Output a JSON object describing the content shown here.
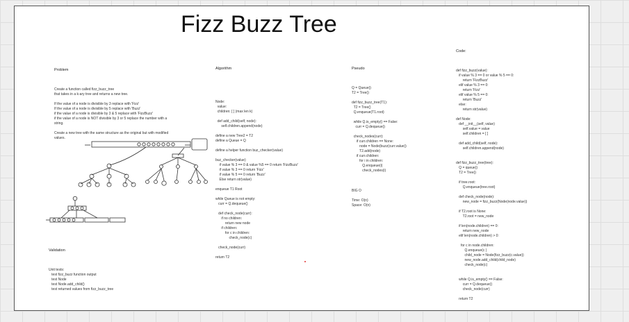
{
  "title": "Fizz Buzz Tree",
  "problem": {
    "heading": "Problem",
    "lines": [
      "Create a function called fizz_buzz_tree",
      "that takes in a k-ary tree and returns a new tree.",
      "",
      "If the value of a node is divisible by 3 replace with 'Fizz'",
      "If the value of a node is divisible by 5 replace with 'Buzz'",
      "if the value of a node is divisible by 3 & 5 replace with 'FizzBuzz'",
      "if the value of a node is NOT divisible by 3 or 5 replace the number with a",
      "string.",
      "",
      "Create a new tree with the same structure as the original but with modified",
      "values."
    ]
  },
  "validation": {
    "heading": "Validation",
    "lines": [
      "Unit tests:",
      "   test fizz_buzz function output",
      "   test Node",
      "   test Node.add_child()",
      "   test returned values from fizz_buzz_tree"
    ]
  },
  "algorithm": {
    "heading": "Algorithm",
    "lines": [
      "Node:",
      "  value:",
      "  children: [ ] (max len k)",
      "",
      "  def add_child(self, node):",
      "      self.children.append(node)",
      "",
      "define a new Tree2 = T2",
      "define a Queue = Q",
      "",
      "define a helper function buz_checker(value)",
      "",
      "buz_checker(value)",
      "    if value % 3 == 0 & value %5 == 0 return 'FizzBuzz'",
      "    if value % 3 == 0 return 'Fizz'",
      "    if value % 5 == 0 return 'Buzz'",
      "    Else return str(value)",
      "",
      "enqueue T1 Root",
      "",
      "while Queue is not empty:",
      "   curr = Q.dequeue()",
      "",
      "   def check_node(curr):",
      "      if no children:",
      "          return new node",
      "      if children:",
      "          for c in children:",
      "              check_node(c)",
      "",
      "   check_node(curr)",
      "",
      "return T2"
    ]
  },
  "pseudo": {
    "heading": "Pseudo",
    "lines": [
      "Q = Queue()",
      "T2 = Tree()",
      "",
      "def fizz_buzz_tree(T1):",
      "  T2 = Tree()",
      "  Q.enqueue(T1.root)",
      "",
      "  while Q.is_empty() == False:",
      "    curr = Q.dequeue()",
      "",
      "  check_nodes(curr):",
      "     if curr.children == None:",
      "        node = Node(buzz(curr.value))",
      "        T2.add(node)",
      "     if curr.children:",
      "        for i in children:",
      "           Q.enqueue(i)",
      "           check_nodes(i)"
    ],
    "bigo_lines": [
      "BIG O",
      "",
      "Time: O(n)",
      "Space: O(n)"
    ]
  },
  "code": {
    "heading": "Code:",
    "lines": [
      "def fizz_buzz(value):",
      "   if value % 3 == 0 or value % 5 == 0:",
      "       return 'FizzBuzz'",
      "   elif value % 3 == 0:",
      "       return 'Fizz'",
      "   elif value % 5 == 0:",
      "       return 'Buzz'",
      "   else:",
      "       return str(value)",
      "",
      "def Node:",
      "   def __init__(self, value)",
      "       self.value = value",
      "       self.children = [ ]",
      "",
      "   def add_child(self, node):",
      "       self.children.append(node)",
      "",
      "",
      "def fizz_buzz_tree(tree):",
      "   Q = queue()",
      "   T2 = Tree()",
      "",
      "   if tree.root:",
      "       Q.enqueue(tree.root)",
      "",
      "   def check_node(node):",
      "       new_node = fizz_buzz(Node(node.value))",
      "",
      "   if T2.root is None:",
      "       T2.root = new_node",
      "",
      "   if len(node.children) == 0:",
      "       return new_node",
      "   elif len(node.children) > 0:",
      "",
      "     for c in node.children:",
      "         Q.enqueue(c )",
      "         child_node = Node(fizz_buzz(c.value))",
      "         new_node.add_child(child_node)",
      "         check_node(c)",
      "",
      "",
      "   while Q.is_empty() == False:",
      "       curr = Q.dequeue()",
      "       check_node(curr)",
      "",
      "   return T2"
    ]
  },
  "colors": {
    "board_border": "#555555",
    "accent_red": "#e03030"
  }
}
